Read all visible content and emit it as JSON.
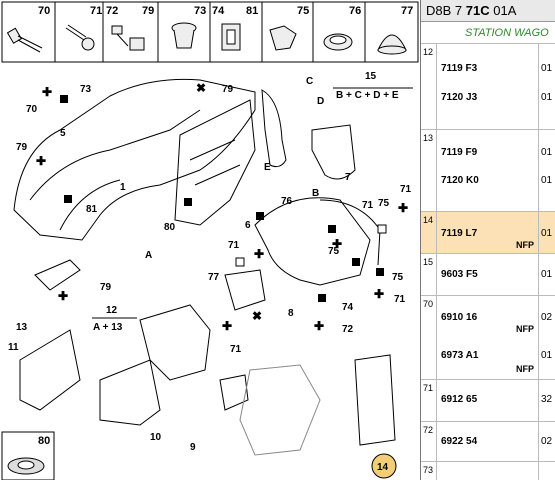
{
  "parts_grid": {
    "cells": [
      "70",
      "71",
      "72",
      "79",
      "73",
      "74",
      "81",
      "75",
      "76",
      "77"
    ],
    "cell_80": "80"
  },
  "callouts": {
    "c1": "1",
    "c5": "5",
    "c6": "6",
    "c7": "7",
    "c8": "8",
    "c9": "9",
    "c10": "10",
    "c11": "11",
    "c12": "12",
    "c13": "13",
    "c14": "14",
    "c15": "15",
    "a": "A",
    "b": "B",
    "c": "C",
    "d": "D",
    "e": "E",
    "a13": "A + 13",
    "bcde": "B + C + D + E",
    "n70": "70",
    "n71a": "71",
    "n71b": "71",
    "n71c": "71",
    "n71d": "71",
    "n71e": "71",
    "n72": "72",
    "n73": "73",
    "n74": "74",
    "n75a": "75",
    "n75b": "75",
    "n75c": "75",
    "n76": "76",
    "n77": "77",
    "n79a": "79",
    "n79b": "79",
    "n79c": "79",
    "n80": "80",
    "n81": "81"
  },
  "panel": {
    "header_prefix": "D8B 7",
    "header_bold": "71C",
    "header_suffix": "01A",
    "subheader": "STATION WAGO",
    "rows": [
      {
        "idx": "12",
        "lines": [
          {
            "code": "7119 F3",
            "qty": "01"
          },
          {
            "code": "7120 J3",
            "qty": "01"
          }
        ]
      },
      {
        "idx": "13",
        "lines": [
          {
            "code": "7119 F9",
            "qty": "01"
          },
          {
            "code": "7120 K0",
            "qty": "01"
          }
        ]
      },
      {
        "idx": "14",
        "lines": [
          {
            "code": "7119 L7",
            "qty": "01"
          }
        ],
        "nfp": "NFP"
      },
      {
        "idx": "15",
        "lines": [
          {
            "code": "9603 F5",
            "qty": "01"
          }
        ]
      },
      {
        "idx": "70",
        "lines": [
          {
            "code": "6910 16",
            "qty": "02"
          },
          {
            "code": "6973 A1",
            "qty": "01"
          }
        ],
        "nfp1": "NFP",
        "nfp2": "NFP"
      },
      {
        "idx": "71",
        "lines": [
          {
            "code": "6912 65",
            "qty": "32"
          }
        ]
      },
      {
        "idx": "72",
        "lines": [
          {
            "code": "6922 54",
            "qty": "02"
          }
        ]
      },
      {
        "idx": "73",
        "lines": [
          {
            "code": "",
            "qty": ""
          }
        ]
      }
    ]
  },
  "colors": {
    "selected_row": "#fbe1b5",
    "subheader_text": "#2a8a2a",
    "callout_14_fill": "#f2cf74"
  }
}
